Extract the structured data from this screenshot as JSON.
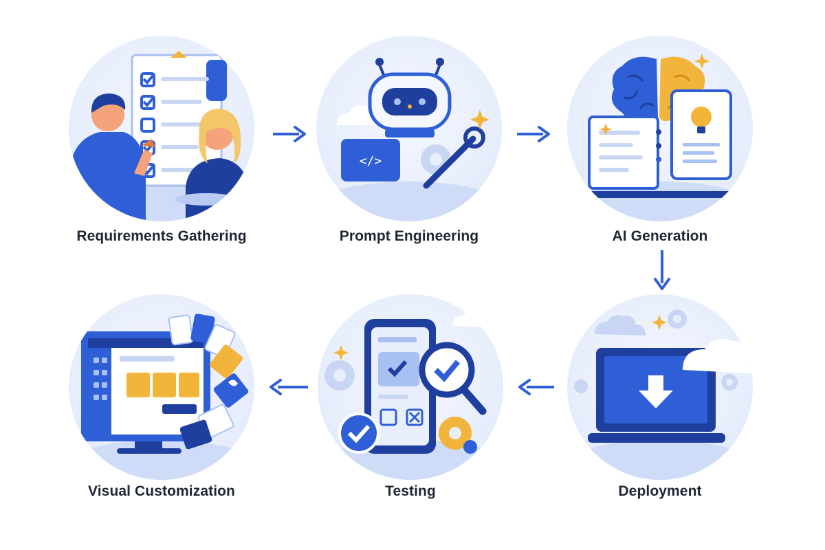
{
  "colors": {
    "primary_blue": "#2f5fd6",
    "dark_blue": "#1f3f9e",
    "light_blue": "#a9c0f2",
    "pale_blue": "#e8eefc",
    "accent_yellow": "#f3b43b",
    "skin": "#f4a37a",
    "text": "#1f2533"
  },
  "steps": [
    {
      "label": "Requirements Gathering",
      "icon": "checklist-team-icon"
    },
    {
      "label": "Prompt Engineering",
      "icon": "robot-code-icon"
    },
    {
      "label": "AI Generation",
      "icon": "brain-laptop-icon"
    },
    {
      "label": "Deployment",
      "icon": "cloud-laptop-download-icon"
    },
    {
      "label": "Testing",
      "icon": "phone-magnifier-check-icon"
    },
    {
      "label": "Visual Customization",
      "icon": "monitor-palette-icon"
    }
  ],
  "arrows": [
    {
      "from": "Requirements Gathering",
      "to": "Prompt Engineering",
      "direction": "right"
    },
    {
      "from": "Prompt Engineering",
      "to": "AI Generation",
      "direction": "right"
    },
    {
      "from": "AI Generation",
      "to": "Deployment",
      "direction": "down"
    },
    {
      "from": "Deployment",
      "to": "Testing",
      "direction": "left"
    },
    {
      "from": "Testing",
      "to": "Visual Customization",
      "direction": "left"
    }
  ]
}
